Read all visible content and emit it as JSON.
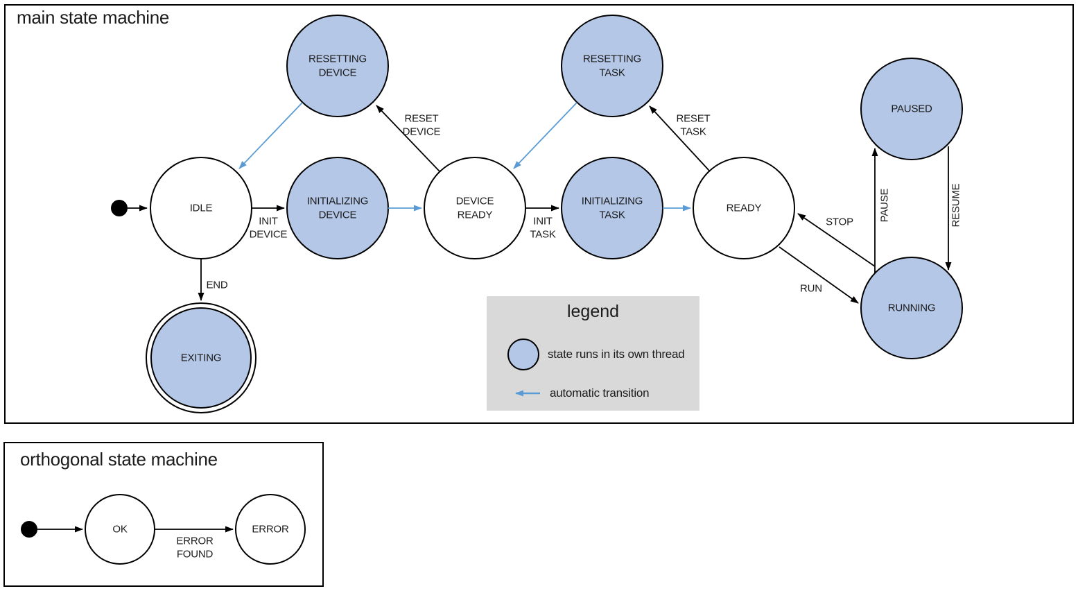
{
  "colors": {
    "thread_fill": "#b4c7e7",
    "auto_arrow": "#5b9bd5",
    "legend_bg": "#d9d9d9"
  },
  "main": {
    "title": "main state machine",
    "states": {
      "idle": {
        "label": "IDLE"
      },
      "resetting_device": {
        "label": "RESETTING\nDEVICE"
      },
      "initializing_device": {
        "label": "INITIALIZING\nDEVICE"
      },
      "device_ready": {
        "label": "DEVICE\nREADY"
      },
      "resetting_task": {
        "label": "RESETTING\nTASK"
      },
      "initializing_task": {
        "label": "INITIALIZING\nTASK"
      },
      "ready": {
        "label": "READY"
      },
      "paused": {
        "label": "PAUSED"
      },
      "running": {
        "label": "RUNNING"
      },
      "exiting": {
        "label": "EXITING"
      }
    },
    "transitions": {
      "init_device": {
        "label": "INIT\nDEVICE"
      },
      "reset_device": {
        "label": "RESET\nDEVICE"
      },
      "init_task": {
        "label": "INIT\nTASK"
      },
      "reset_task": {
        "label": "RESET\nTASK"
      },
      "stop": {
        "label": "STOP"
      },
      "run": {
        "label": "RUN"
      },
      "pause": {
        "label": "PAUSE"
      },
      "resume": {
        "label": "RESUME"
      },
      "end": {
        "label": "END"
      }
    },
    "legend": {
      "title": "legend",
      "thread_item": "state runs in its own thread",
      "auto_item": "automatic transition"
    }
  },
  "orthogonal": {
    "title": "orthogonal state machine",
    "states": {
      "ok": {
        "label": "OK"
      },
      "error": {
        "label": "ERROR"
      }
    },
    "transitions": {
      "error_found": {
        "label": "ERROR\nFOUND"
      }
    }
  }
}
